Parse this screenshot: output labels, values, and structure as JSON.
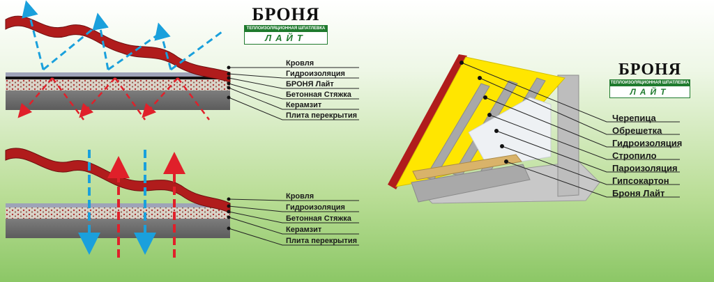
{
  "brand": {
    "name": "БРОНЯ",
    "tagline": "ТЕПЛОИЗОЛЯЦИОННАЯ ШПАТЛЕВКА",
    "variant": "ЛАЙТ"
  },
  "diagram_top": {
    "labels": [
      "Кровля",
      "Гидроизоляция",
      "БРОНЯ Лайт",
      "Бетонная Стяжка",
      "Керамзит",
      "Плита перекрытия"
    ]
  },
  "diagram_bottom": {
    "labels": [
      "Кровля",
      "Гидроизоляция",
      "Бетонная Стяжка",
      "Керамзит",
      "Плита перекрытия"
    ]
  },
  "diagram_roof": {
    "labels": [
      "Черепица",
      "Обрешетка",
      "Гидроизоляция",
      "Стропило",
      "Пароизоляция",
      "Гипсокартон",
      "Броня Лайт"
    ]
  },
  "colors": {
    "roof_red": "#b01c1c",
    "arrow_blue": "#1aa0dc",
    "arrow_red": "#e0202a",
    "concrete": "#6f6f6f",
    "insulation_yellow": "#ffe600",
    "brand_green": "#1f7a2e"
  }
}
